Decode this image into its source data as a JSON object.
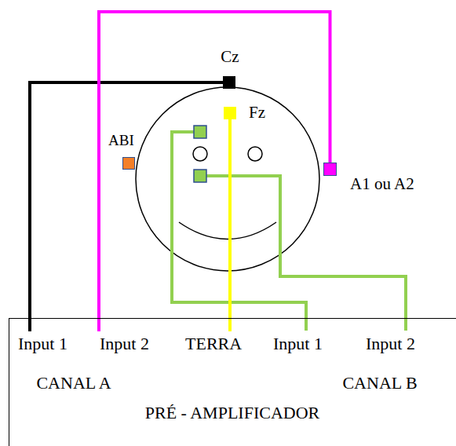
{
  "diagram": {
    "nodes": [
      {
        "text": [
          "Cz"
        ]
      },
      {
        "text": [
          "Fz"
        ]
      },
      {
        "text": [
          "ABI"
        ]
      },
      {
        "text": [
          "A1 ou A2"
        ]
      },
      {
        "text": [
          "Input 1",
          "Input 2",
          "TERRA",
          "Input 1",
          "Input 2",
          "CANAL A",
          "CANAL B",
          "PRÉ - AMPLIFICADOR"
        ]
      }
    ],
    "edges": [
      {
        "from": 0,
        "to": 4,
        "arrow": "none"
      },
      {
        "from": 3,
        "to": 4,
        "arrow": "none"
      },
      {
        "from": 1,
        "to": 4,
        "arrow": "none"
      }
    ]
  }
}
